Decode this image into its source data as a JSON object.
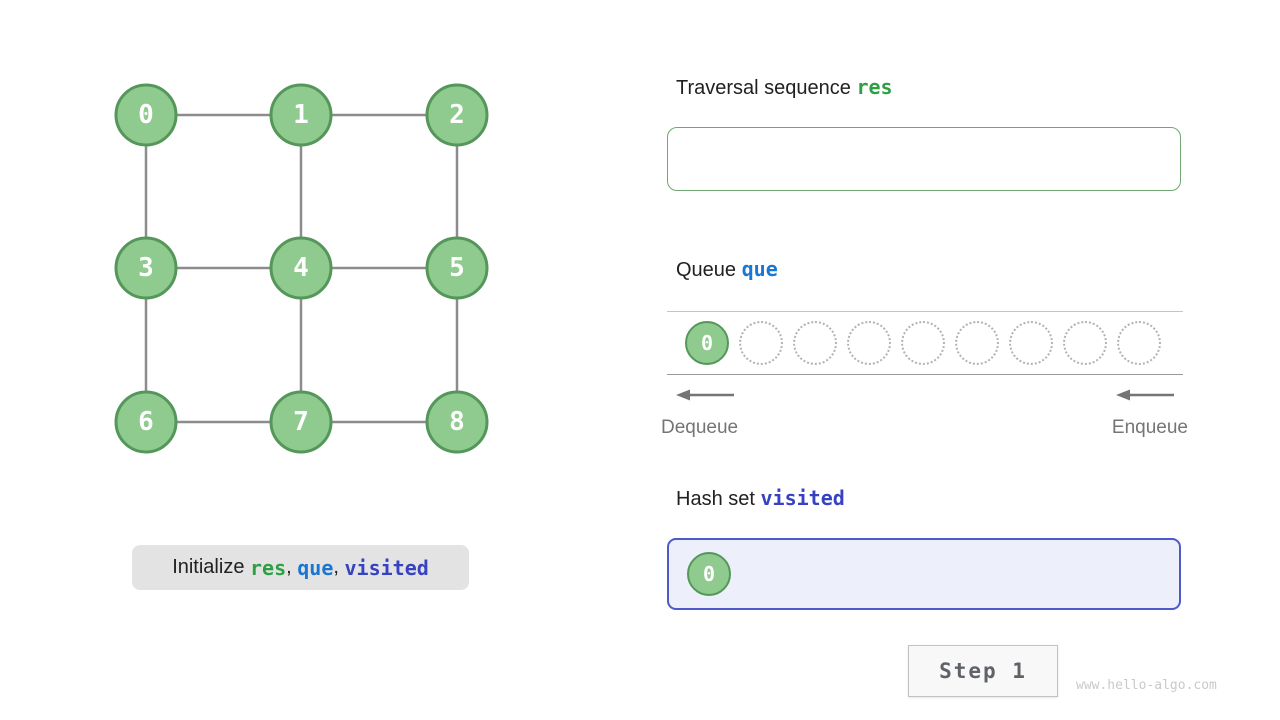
{
  "colors": {
    "text": "#212121",
    "green": "#2ea043",
    "blue": "#1976d2",
    "indigo": "#3642c1",
    "node-fill": "#8fca8f",
    "node-stroke": "#55975a",
    "edge": "#8c8c8c",
    "box-green-border": "#6fa871",
    "queue-line-top": "#a9cbe5",
    "queue-line-bottom": "#9a9a9a",
    "slot-border": "#b3b3b3",
    "hash-border": "#4d5ac9",
    "hash-bg": "#edf0fb",
    "caption-bg": "#e3e3e3",
    "step-bg": "#f8f8f8",
    "step-border": "#c2c2c2",
    "step-text": "#5f6368",
    "muted": "#757575",
    "watermark": "#c9c9c9"
  },
  "graph": {
    "node_labels": [
      "0",
      "1",
      "2",
      "3",
      "4",
      "5",
      "6",
      "7",
      "8"
    ],
    "edges": [
      [
        0,
        1
      ],
      [
        1,
        2
      ],
      [
        3,
        4
      ],
      [
        4,
        5
      ],
      [
        6,
        7
      ],
      [
        7,
        8
      ],
      [
        0,
        3
      ],
      [
        3,
        6
      ],
      [
        1,
        4
      ],
      [
        4,
        7
      ],
      [
        2,
        5
      ],
      [
        5,
        8
      ]
    ]
  },
  "caption": {
    "prefix": "Initialize ",
    "res": "res",
    "comma1": ", ",
    "que": "que",
    "comma2": ", ",
    "visited": "visited"
  },
  "traversal": {
    "title": "Traversal sequence ",
    "code": "res",
    "items": []
  },
  "queue": {
    "title": "Queue ",
    "code": "que",
    "items": [
      "0"
    ],
    "empty_slots": 8,
    "dequeue_label": "Dequeue",
    "enqueue_label": "Enqueue"
  },
  "hashset": {
    "title": "Hash set ",
    "code": "visited",
    "items": [
      "0"
    ]
  },
  "step_button": {
    "label": "Step 1"
  },
  "watermark": "www.hello-algo.com"
}
